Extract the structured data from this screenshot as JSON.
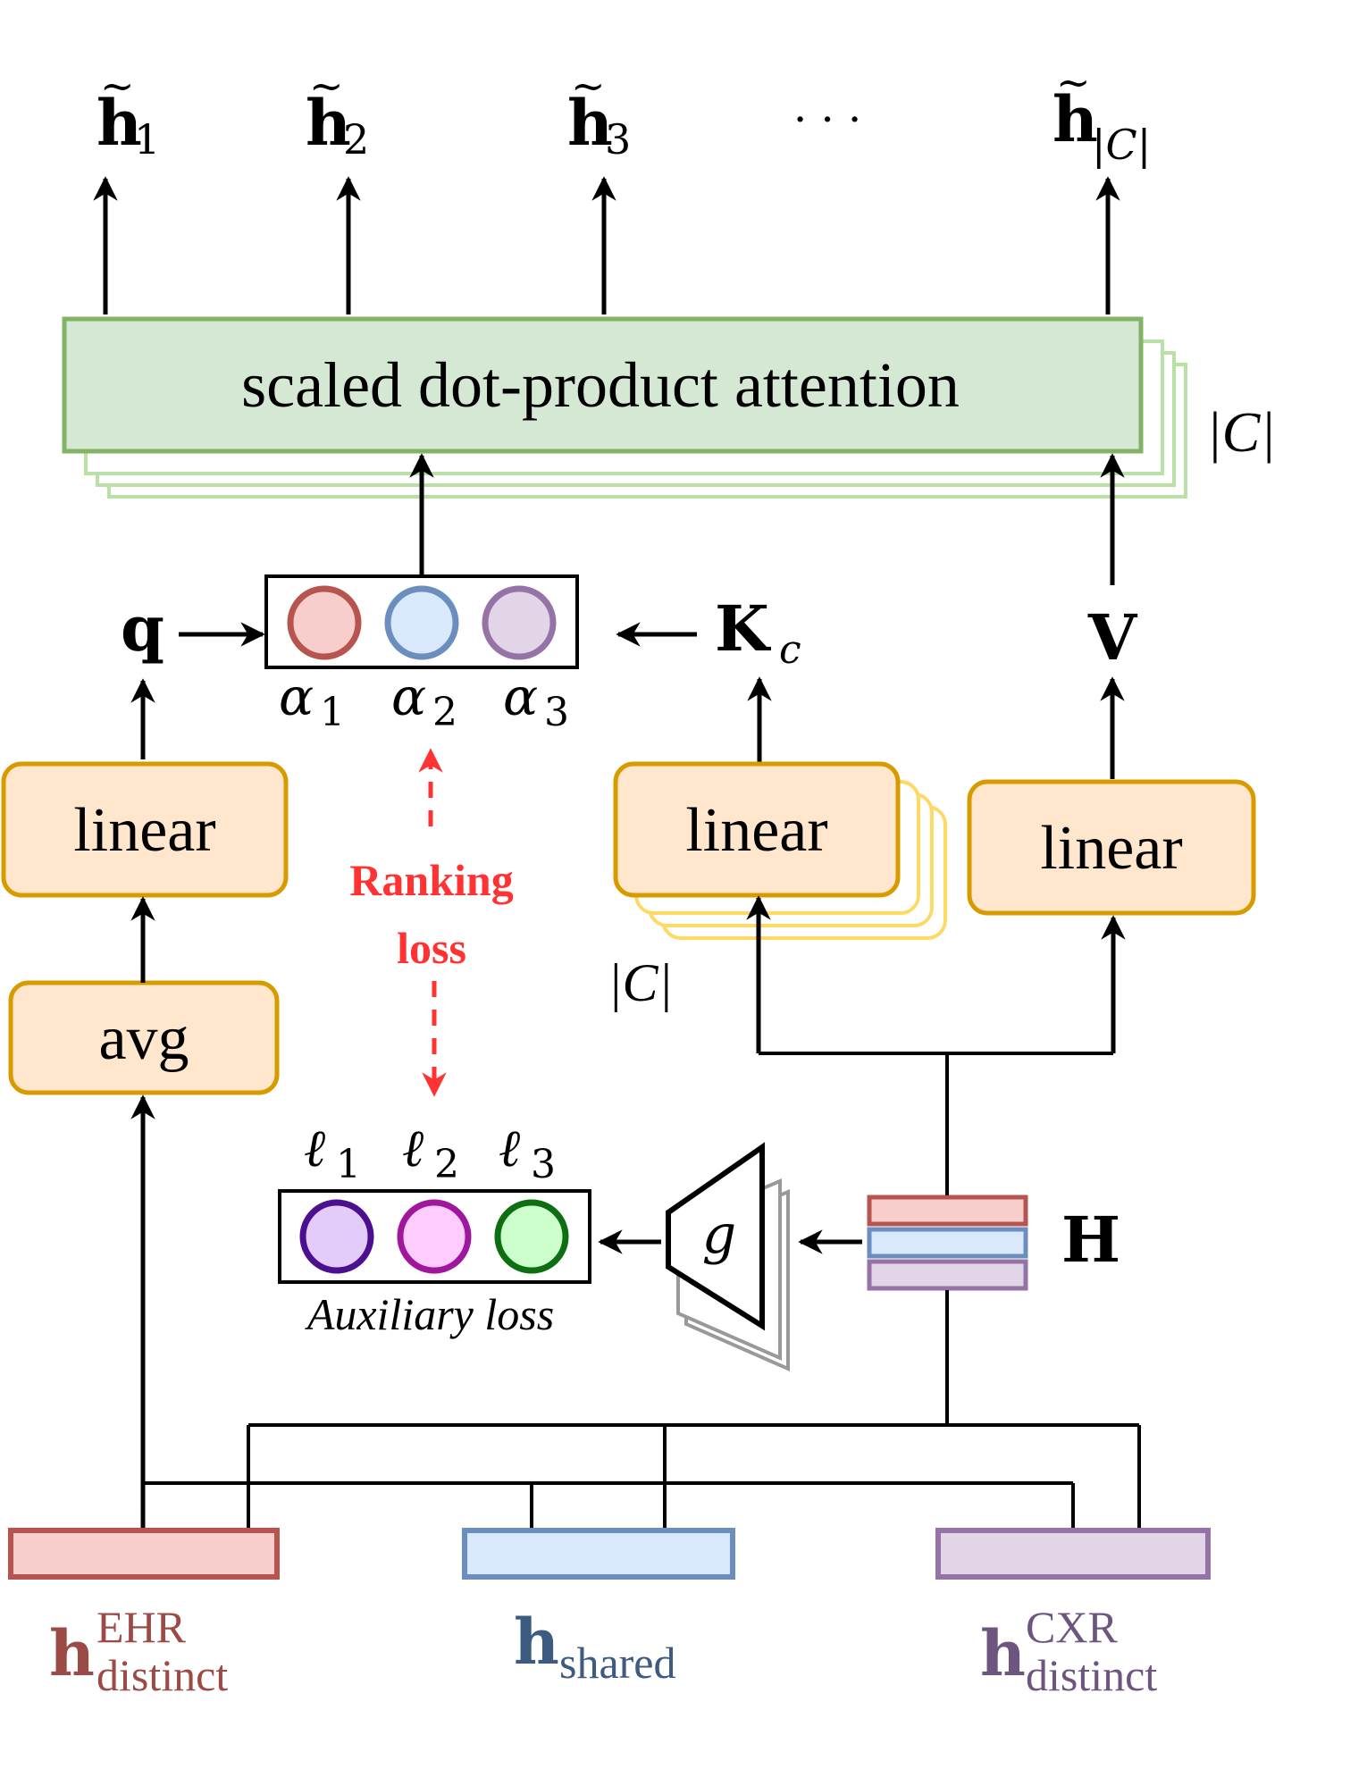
{
  "outputs": [
    {
      "base": "h",
      "mark": "~",
      "sub": "1"
    },
    {
      "base": "h",
      "mark": "~",
      "sub": "2"
    },
    {
      "base": "h",
      "mark": "~",
      "sub": "3"
    },
    {
      "base": "h",
      "mark": "~",
      "sub": "|C|"
    }
  ],
  "ellipsis": "· · ·",
  "attention": {
    "label": "scaled dot-product attention",
    "count_label": "|C|"
  },
  "q": {
    "label": "q"
  },
  "k": {
    "base": "K",
    "sub": "c"
  },
  "v": {
    "label": "V"
  },
  "alphas": [
    {
      "base": "α",
      "sub": "1",
      "stroke": "#b85450",
      "fill": "#f8cecc"
    },
    {
      "base": "α",
      "sub": "2",
      "stroke": "#6c8ebf",
      "fill": "#dae8fc"
    },
    {
      "base": "α",
      "sub": "3",
      "stroke": "#9673a6",
      "fill": "#e1d5e7"
    }
  ],
  "linears": {
    "query_label": "linear",
    "key_label": "linear",
    "key_count_label": "|C|",
    "value_label": "linear"
  },
  "avg_label": "avg",
  "ranking_loss": {
    "line1": "Ranking",
    "line2": "loss",
    "color": "#ff3333"
  },
  "ells": [
    {
      "base": "ℓ",
      "sub": "1",
      "stroke": "#4b0f8f",
      "fill": "#e3ccfa"
    },
    {
      "base": "ℓ",
      "sub": "2",
      "stroke": "#a0179d",
      "fill": "#ffccff"
    },
    {
      "base": "ℓ",
      "sub": "3",
      "stroke": "#0d6e12",
      "fill": "#ccffcc"
    }
  ],
  "auxiliary_label": "Auxiliary loss",
  "g_label": "g",
  "H_label": "H",
  "inputs": [
    {
      "base": "h",
      "sup": "EHR",
      "sub": "distinct",
      "stroke": "#b85450",
      "fill": "#f8cecc",
      "text_color": "#9b4a46"
    },
    {
      "base": "h",
      "sup": "",
      "sub": "shared",
      "stroke": "#6c8ebf",
      "fill": "#dae8fc",
      "text_color": "#3d5a80"
    },
    {
      "base": "h",
      "sup": "CXR",
      "sub": "distinct",
      "stroke": "#9673a6",
      "fill": "#e1d5e7",
      "text_color": "#6d5580"
    }
  ],
  "colors": {
    "green_stroke": "#82b366",
    "green_fill": "#d5e8d4",
    "green_shadow": "#b9e0a5",
    "orange_stroke": "#d79b00",
    "orange_fill": "#ffe6cc",
    "orange_shadow": "#ffd966",
    "gray_shadow": "#999999"
  }
}
